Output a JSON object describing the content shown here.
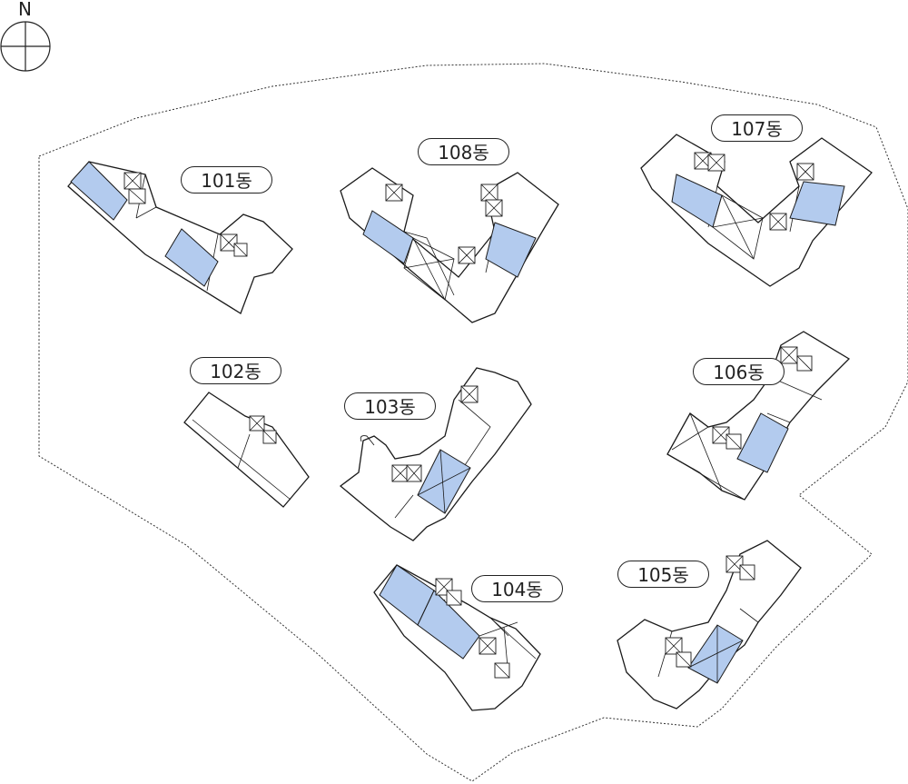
{
  "compass": {
    "label": "N"
  },
  "buildings": [
    {
      "id": "101",
      "label": "101동"
    },
    {
      "id": "102",
      "label": "102동"
    },
    {
      "id": "103",
      "label": "103동"
    },
    {
      "id": "104",
      "label": "104동"
    },
    {
      "id": "105",
      "label": "105동"
    },
    {
      "id": "106",
      "label": "106동"
    },
    {
      "id": "107",
      "label": "107동"
    },
    {
      "id": "108",
      "label": "108동"
    }
  ],
  "colors": {
    "highlight_unit": "#b3cbee",
    "line": "#1a1a1a"
  }
}
